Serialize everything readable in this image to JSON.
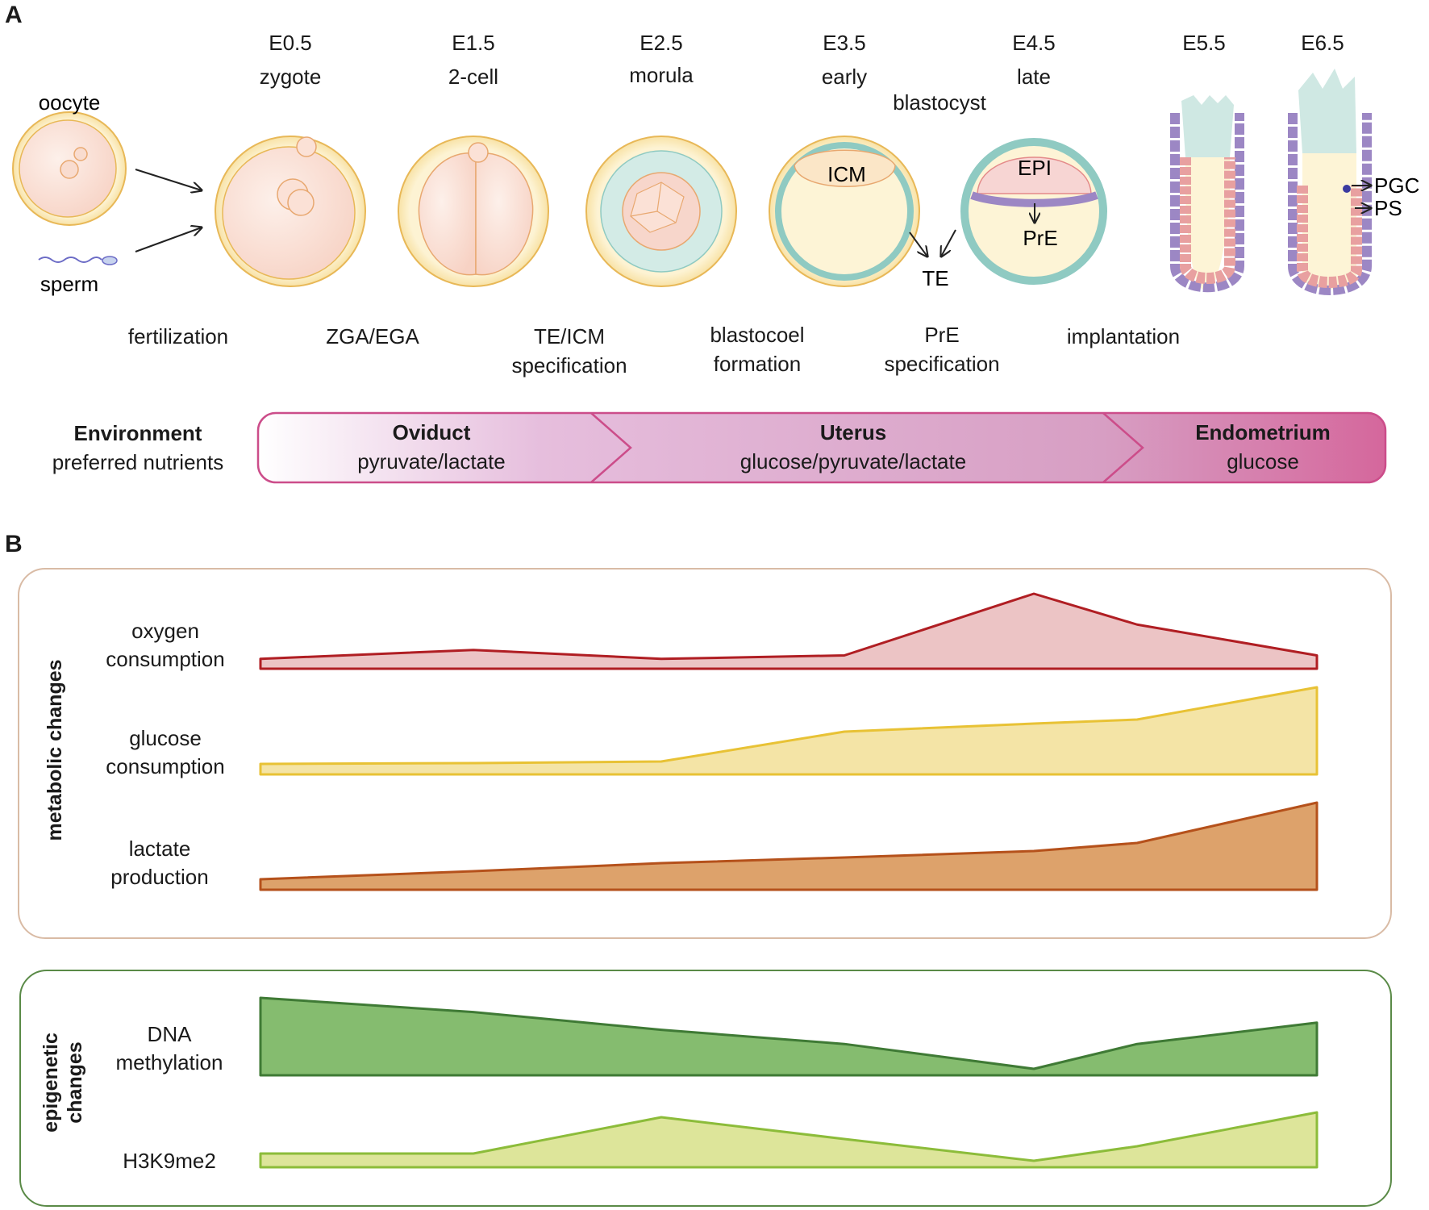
{
  "panels": {
    "a": "A",
    "b": "B"
  },
  "stages": [
    {
      "time": "E0.5",
      "name": "zygote"
    },
    {
      "time": "E1.5",
      "name": "2-cell"
    },
    {
      "time": "E2.5",
      "name": "morula"
    },
    {
      "time": "E3.5",
      "name": "early"
    },
    {
      "time": "E4.5",
      "name": "late"
    },
    {
      "time": "E5.5",
      "name": ""
    },
    {
      "time": "E6.5",
      "name": ""
    }
  ],
  "blastocyst_label": "blastocyst",
  "cell_labels": {
    "oocyte": "oocyte",
    "sperm": "sperm",
    "icm": "ICM",
    "epi": "EPI",
    "pre": "PrE",
    "te": "TE",
    "pgc": "PGC",
    "ps": "PS"
  },
  "events": [
    {
      "line1": "fertilization",
      "line2": ""
    },
    {
      "line1": "ZGA/EGA",
      "line2": ""
    },
    {
      "line1": "TE/ICM",
      "line2": "specification"
    },
    {
      "line1": "blastocoel",
      "line2": "formation"
    },
    {
      "line1": "PrE",
      "line2": "specification"
    },
    {
      "line1": "implantation",
      "line2": ""
    }
  ],
  "environment": {
    "title": "Environment",
    "subtitle": "preferred nutrients",
    "segments": [
      {
        "name": "Oviduct",
        "nutrients": "pyruvate/lactate"
      },
      {
        "name": "Uterus",
        "nutrients": "glucose/pyruvate/lactate"
      },
      {
        "name": "Endometrium",
        "nutrients": "glucose"
      }
    ]
  },
  "metabolic": {
    "group_label": "metabolic changes",
    "rows": [
      {
        "line1": "oxygen",
        "line2": "consumption"
      },
      {
        "line1": "glucose",
        "line2": "consumption"
      },
      {
        "line1": "lactate",
        "line2": "production"
      }
    ]
  },
  "epigenetic": {
    "group_label_1": "epigenetic",
    "group_label_2": "changes",
    "rows": [
      {
        "line1": "DNA",
        "line2": "methylation"
      },
      {
        "line1": "H3K9me2",
        "line2": ""
      }
    ]
  },
  "colors": {
    "oxygen_fill": "#ecc4c5",
    "oxygen_stroke": "#b01e23",
    "glucose_fill": "#f4e4a6",
    "glucose_stroke": "#e8c235",
    "lactate_fill": "#dda26b",
    "lactate_stroke": "#b5511b",
    "dna_fill": "#85bc6f",
    "dna_stroke": "#3f7a35",
    "h3k9_fill": "#dde59a",
    "h3k9_stroke": "#8cbc3a",
    "metabolic_border": "#d9bba5",
    "epigenetic_border": "#5a8a47",
    "env_start": "#ffffff",
    "env_end": "#d5679c",
    "env_stroke": "#cc4d8a"
  },
  "chart_data": {
    "type": "area",
    "x": [
      "E0.5",
      "E1.5",
      "E2.5",
      "E3.5",
      "E4.5",
      "E5.5",
      "E6.5"
    ],
    "series": [
      {
        "name": "oxygen consumption",
        "values": [
          0.05,
          0.18,
          0.05,
          0.1,
          1.0,
          0.55,
          0.1
        ]
      },
      {
        "name": "glucose consumption",
        "values": [
          0.05,
          0.06,
          0.08,
          0.45,
          0.55,
          0.6,
          1.0
        ]
      },
      {
        "name": "lactate production",
        "values": [
          0.05,
          0.15,
          0.25,
          0.32,
          0.4,
          0.5,
          1.0
        ]
      },
      {
        "name": "DNA methylation",
        "values": [
          1.0,
          0.8,
          0.55,
          0.35,
          0.0,
          0.35,
          0.65
        ]
      },
      {
        "name": "H3K9me2",
        "values": [
          0.15,
          0.15,
          0.9,
          0.45,
          0.0,
          0.3,
          1.0
        ]
      }
    ]
  }
}
